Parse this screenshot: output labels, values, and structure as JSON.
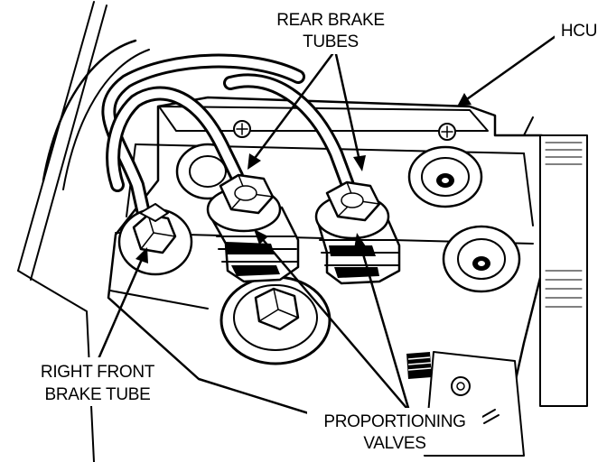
{
  "labels": {
    "rear_brake_tubes": [
      "REAR BRAKE",
      "TUBES"
    ],
    "hcu": "HCU",
    "right_front_brake_tube": [
      "RIGHT FRONT",
      "BRAKE TUBE"
    ],
    "proportioning_valves": [
      "PROPORTIONING",
      "VALVES"
    ]
  }
}
